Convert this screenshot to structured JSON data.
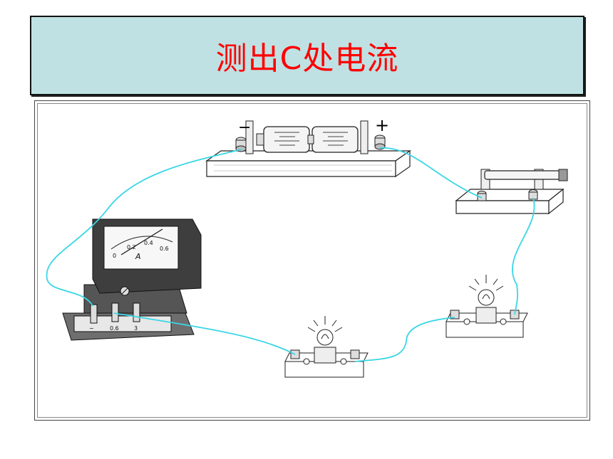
{
  "title": "测出C处电流",
  "diagram": {
    "battery": {
      "minus_sign": "−",
      "plus_sign": "+"
    },
    "ammeter": {
      "unit_label": "A",
      "scale_labels": [
        "0",
        "0.2",
        "0.4",
        "0.6"
      ],
      "terminal_labels": [
        "−",
        "0.6",
        "3"
      ]
    },
    "wire_color": "#3ad6e6",
    "title_color": "#ff0000",
    "header_bg": "#bfe1e3"
  }
}
